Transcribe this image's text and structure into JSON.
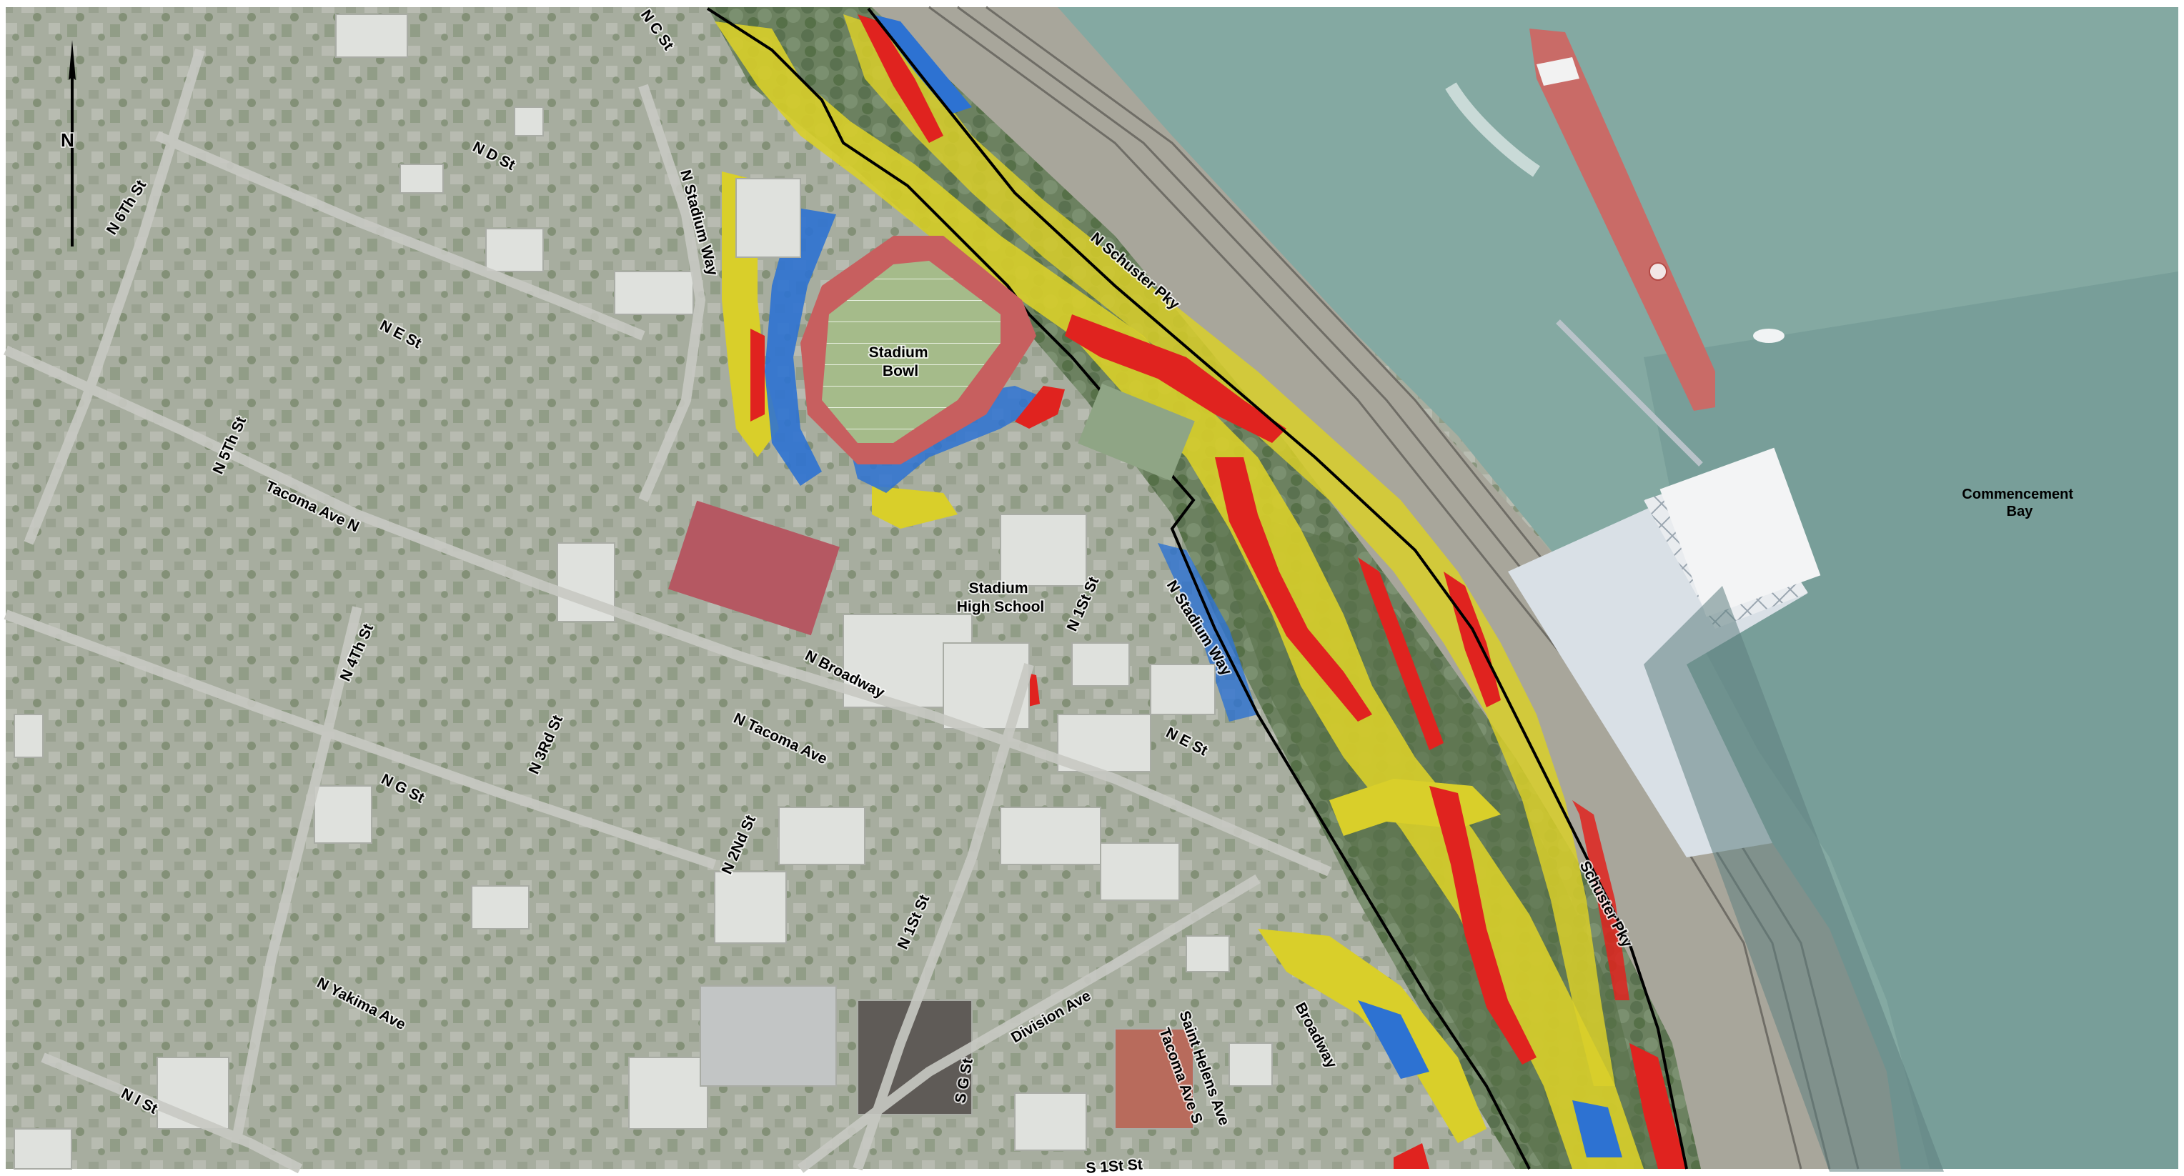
{
  "map": {
    "north_arrow": "N",
    "places": {
      "stadium_bowl": [
        "Stadium",
        "Bowl"
      ],
      "stadium_high_school": [
        "Stadium",
        "High School"
      ],
      "commencement_bay": [
        "Commencement",
        "Bay"
      ]
    },
    "streets": {
      "n_c_st": "N C St",
      "n_d_st": "N D St",
      "n_e_st_west": "N E St",
      "n_e_st_east": "N E St",
      "n_g_st": "N G St",
      "n_i_st": "N I St",
      "n_6th_st": "N 6Th St",
      "n_5th_st": "N 5Th St",
      "n_4th_st": "N 4Th St",
      "n_3rd_st": "N 3Rd St",
      "n_2nd_st": "N 2Nd St",
      "n_1st_st_west": "N 1St St",
      "n_1st_st_east": "N 1St St",
      "n_stadium_way_north": "N Stadium Way",
      "n_stadium_way_east": "N Stadium Way",
      "n_schuster_pky": "N Schuster Pky",
      "schuster_pky": "Schuster Pky",
      "tacoma_ave_n": "Tacoma Ave N",
      "n_tacoma_ave": "N Tacoma Ave",
      "n_broadway": "N Broadway",
      "n_yakima_ave": "N Yakima Ave",
      "division_ave": "Division Ave",
      "saint_helens_ave": "Saint Helens Ave",
      "tacoma_ave_s": "Tacoma Ave S",
      "broadway": "Broadway",
      "s_g_st": "S G St",
      "s_1st_st": "S 1St St"
    },
    "colors": {
      "urban": "#a7ad9f",
      "tree_canopy": "#6f8461",
      "water": "#84a9a2",
      "water_deep": "#6f9893",
      "risk_high": "#e0231f",
      "risk_medium": "#d9cf2a",
      "risk_low": "#2d72d2",
      "boundary": "#000000",
      "field_turf": "#9fb684",
      "running_track": "#c75f5f",
      "ship_hull": "#c96b67"
    }
  }
}
